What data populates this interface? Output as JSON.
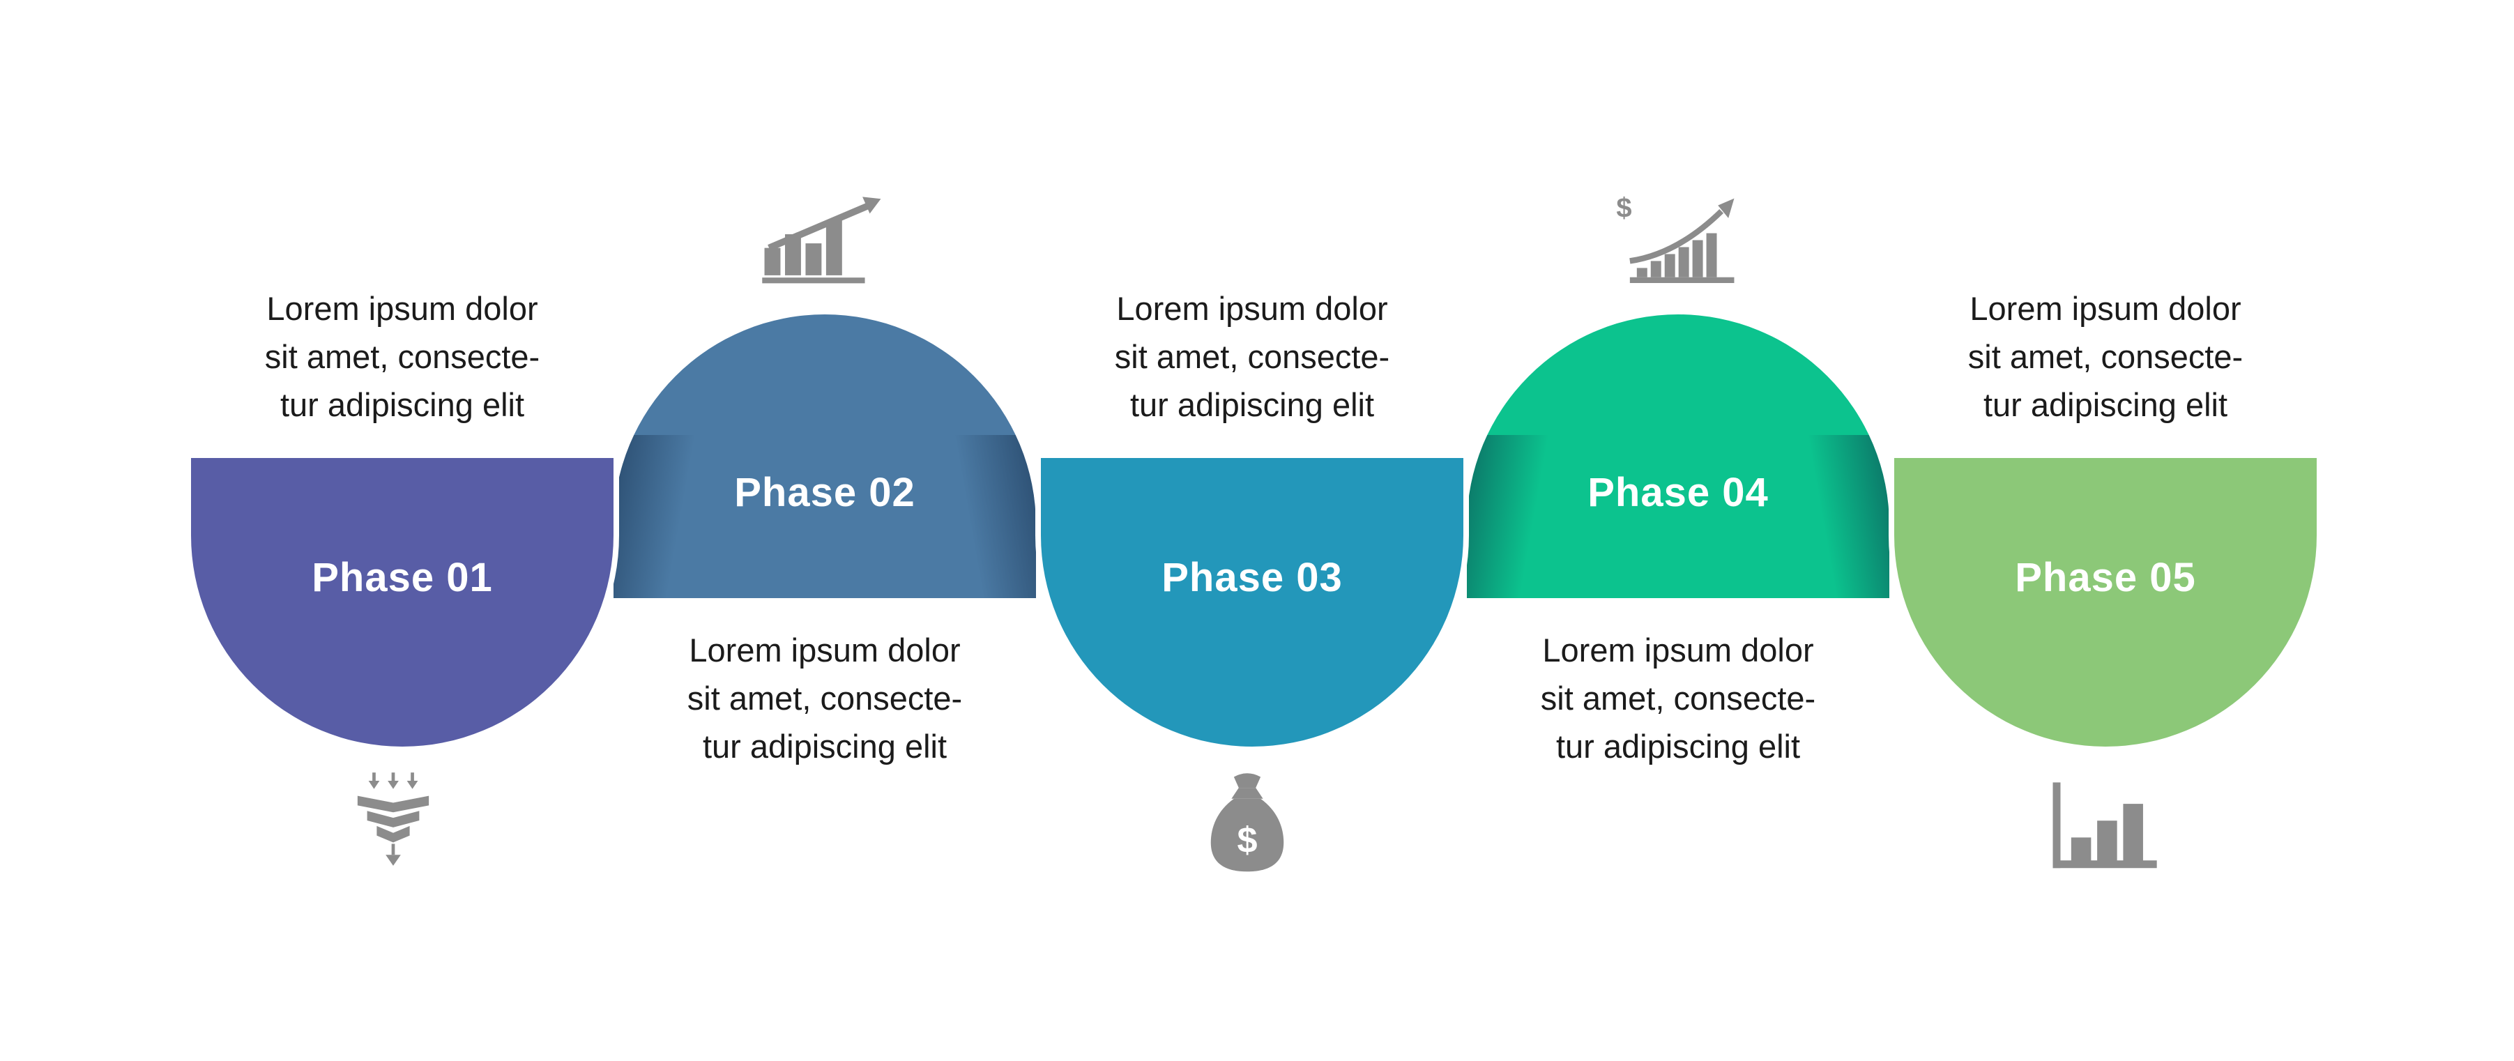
{
  "canvas": {
    "background": "#ffffff",
    "icon_color": "#8c8c8c",
    "text_color": "#1b1b1b",
    "label_text_color": "#ffffff"
  },
  "phases": [
    {
      "label": "Phase 01",
      "color": "#585da6",
      "shape": "semicircle-down",
      "description_position": "above",
      "icon": "funnel-icon",
      "icon_position": "below",
      "lines": [
        "Lorem ipsum dolor",
        "sit amet, consecte-",
        "tur adipiscing elit"
      ]
    },
    {
      "label": "Phase 02",
      "color": "#4b7aa4",
      "shape": "semicircle-up",
      "description_position": "below",
      "icon": "bar-chart-growth-arrow-icon",
      "icon_position": "above",
      "lines": [
        "Lorem ipsum dolor",
        "sit amet, consecte-",
        "tur adipiscing elit"
      ]
    },
    {
      "label": "Phase 03",
      "color": "#2397ba",
      "shape": "semicircle-down",
      "description_position": "above",
      "icon": "money-bag-icon",
      "icon_position": "below",
      "lines": [
        "Lorem ipsum dolor",
        "sit amet, consecte-",
        "tur adipiscing elit"
      ]
    },
    {
      "label": "Phase 04",
      "color": "#0cc38e",
      "shape": "semicircle-up",
      "description_position": "below",
      "icon": "dollar-growth-chart-icon",
      "icon_position": "above",
      "lines": [
        "Lorem ipsum dolor",
        "sit amet, consecte-",
        "tur adipiscing elit"
      ]
    },
    {
      "label": "Phase 05",
      "color": "#8cc878",
      "shape": "semicircle-down",
      "description_position": "above",
      "icon": "bar-chart-icon",
      "icon_position": "below",
      "lines": [
        "Lorem ipsum dolor",
        "sit amet, consecte-",
        "tur adipiscing elit"
      ]
    }
  ]
}
